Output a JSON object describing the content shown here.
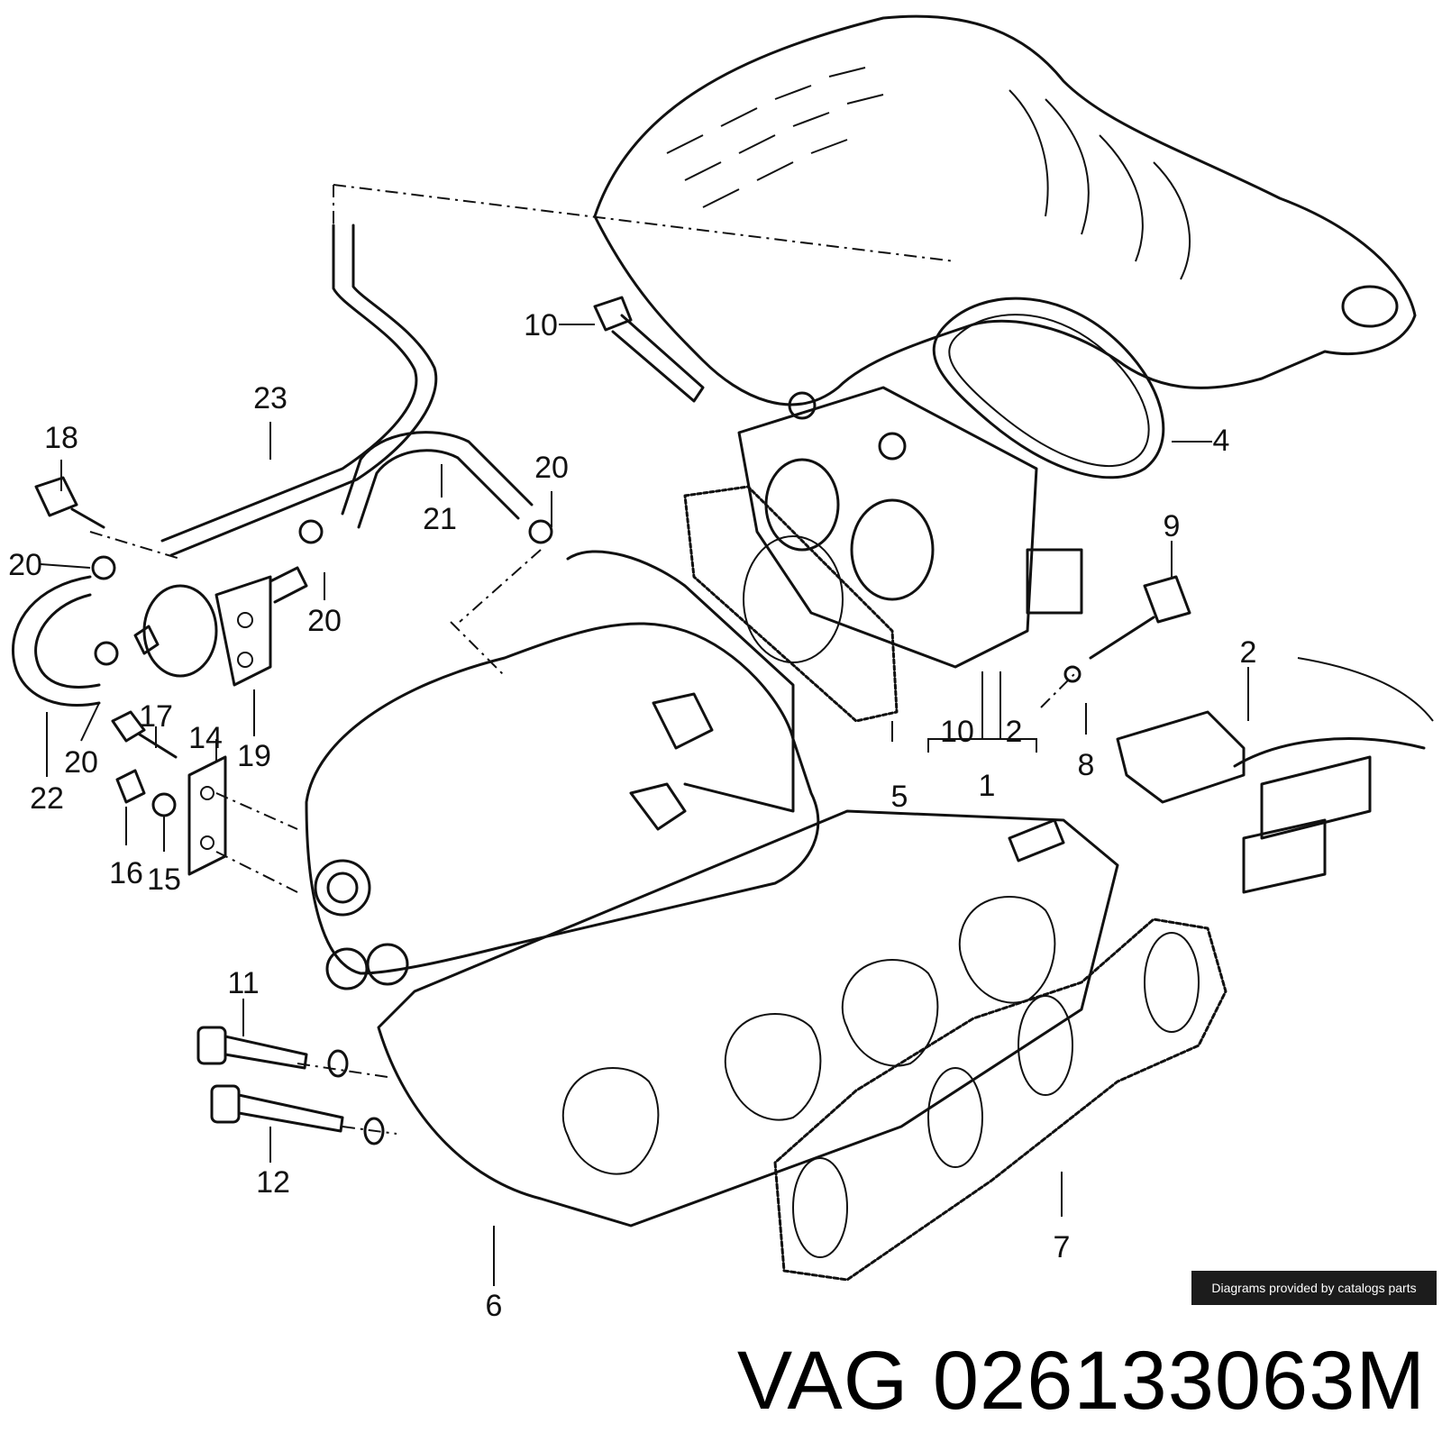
{
  "diagram": {
    "callouts": {
      "c1": "1",
      "c2a": "2",
      "c2b": "2",
      "c4": "4",
      "c5": "5",
      "c6": "6",
      "c7": "7",
      "c8": "8",
      "c9": "9",
      "c10a": "10",
      "c10b": "10",
      "c11": "11",
      "c12": "12",
      "c14": "14",
      "c15": "15",
      "c16": "16",
      "c17": "17",
      "c18": "18",
      "c19": "19",
      "c20a": "20",
      "c20b": "20",
      "c20c": "20",
      "c20d": "20",
      "c21": "21",
      "c22": "22",
      "c23": "23"
    }
  },
  "credit": "Diagrams provided by catalogs parts",
  "part_number": "VAG 026133063M"
}
